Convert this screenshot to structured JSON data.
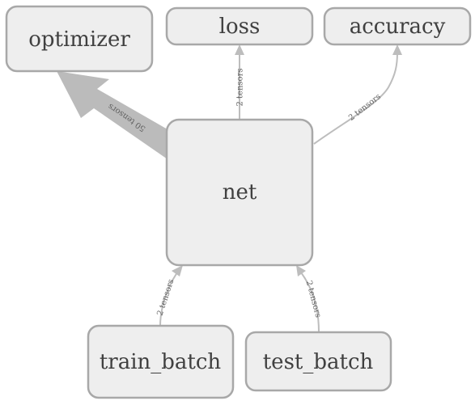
{
  "nodes": {
    "optimizer": "optimizer",
    "loss": "loss",
    "accuracy": "accuracy",
    "net": "net",
    "train_batch": "train_batch",
    "test_batch": "test_batch"
  },
  "edges": {
    "net_to_optimizer": "50 tensors",
    "net_to_loss": "2 tensors",
    "net_to_accuracy": "2 tensors",
    "train_batch_to_net": "2 tensors",
    "test_batch_to_net": "2 tensors"
  },
  "colors": {
    "node_fill": "#eeeeee",
    "node_border": "#a8a8a8",
    "edge": "#bdbdbd",
    "text": "#404040"
  }
}
